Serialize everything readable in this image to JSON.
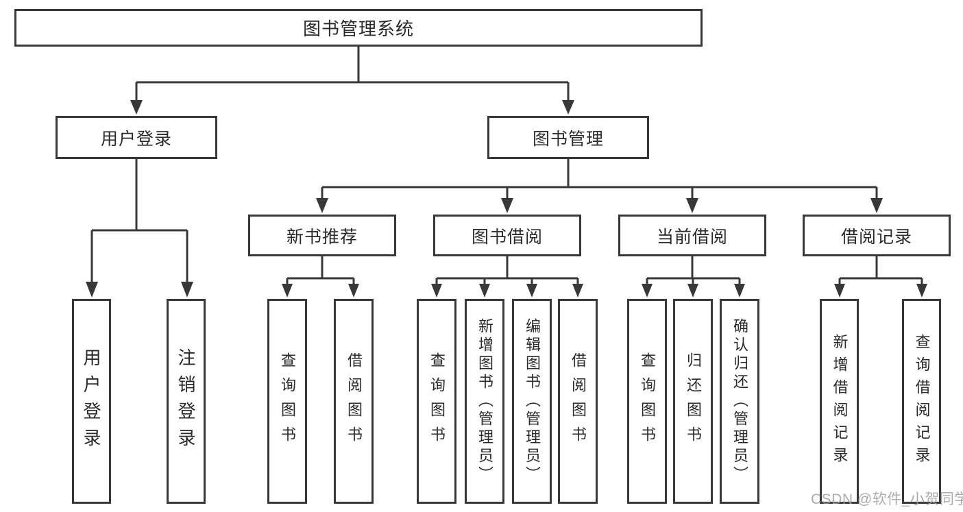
{
  "diagram": {
    "root_label": "图书管理系统",
    "user_branch": {
      "label": "用户登录",
      "children": [
        {
          "label": "用户登录"
        },
        {
          "label": "注销登录"
        }
      ]
    },
    "book_branch": {
      "label": "图书管理",
      "sections": [
        {
          "label": "新书推荐",
          "children": [
            {
              "label": "查询图书"
            },
            {
              "label": "借阅图书"
            }
          ]
        },
        {
          "label": "图书借阅",
          "children": [
            {
              "label": "查询图书"
            },
            {
              "label": "新增图书（管理员）"
            },
            {
              "label": "编辑图书（管理员）"
            },
            {
              "label": "借阅图书"
            }
          ]
        },
        {
          "label": "当前借阅",
          "children": [
            {
              "label": "查询图书"
            },
            {
              "label": "归还图书"
            },
            {
              "label": "确认归还（管理员）"
            }
          ]
        },
        {
          "label": "借阅记录",
          "children": [
            {
              "label": "新增借阅记录"
            },
            {
              "label": "查询借阅记录"
            }
          ]
        }
      ]
    }
  },
  "watermark": {
    "text": "CSDN @软件_小贺同学"
  },
  "colors": {
    "line": "#383838",
    "text": "#2a2a2a",
    "watermark": "#9e9e9e"
  }
}
